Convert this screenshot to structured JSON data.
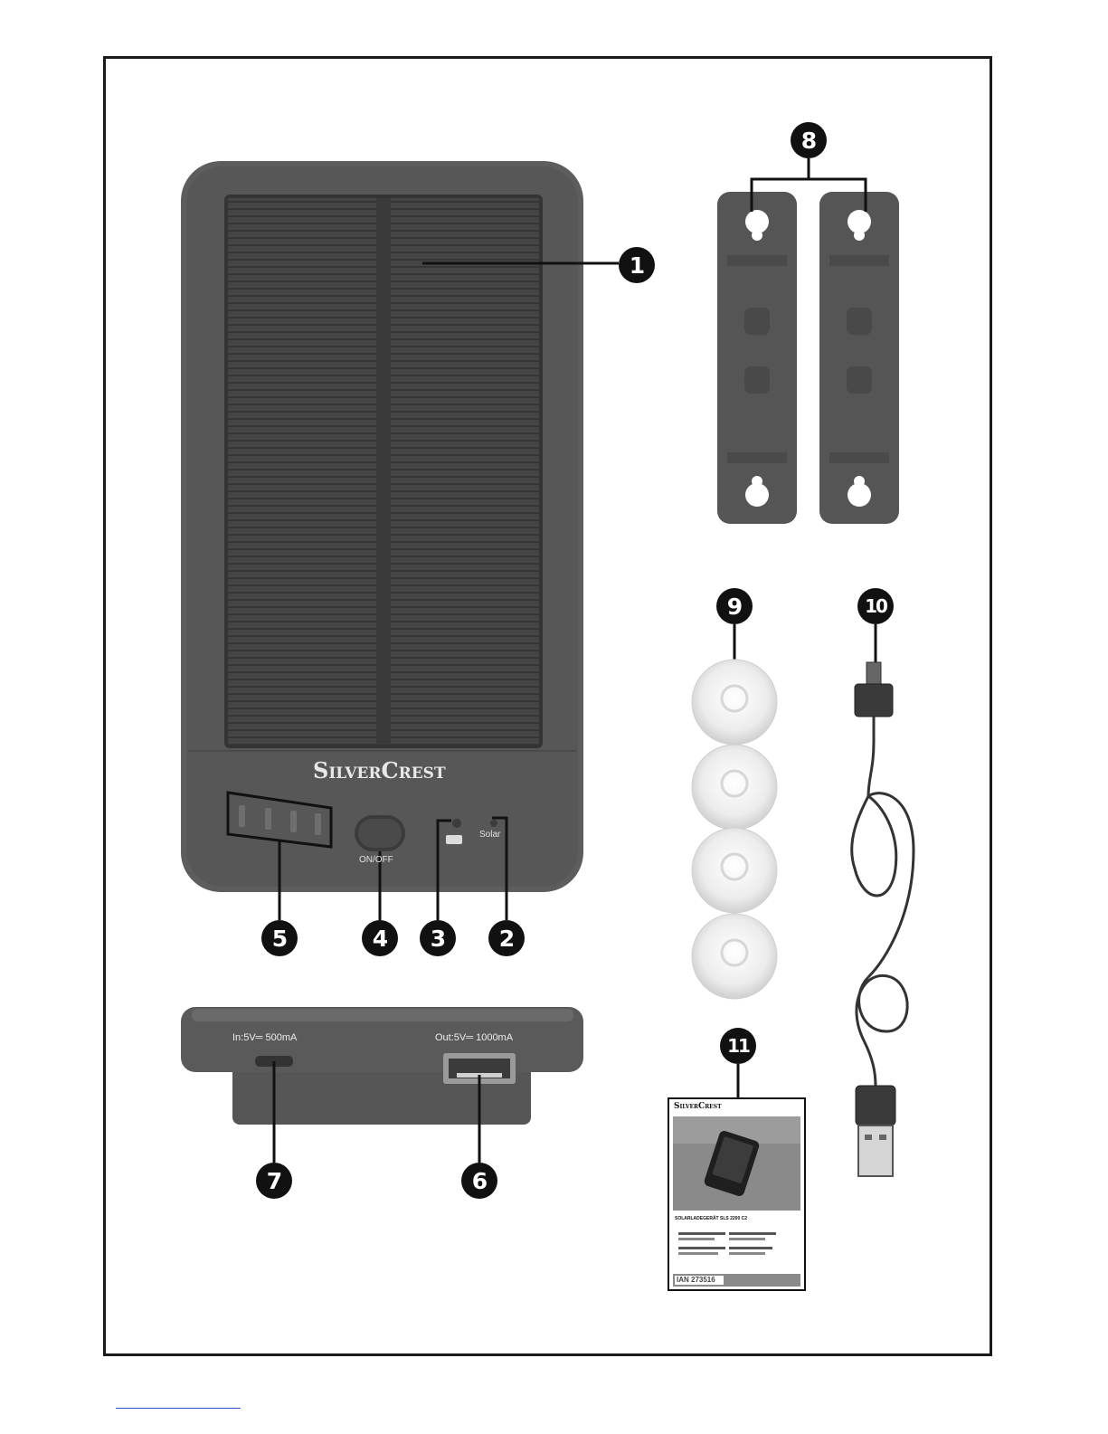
{
  "device": {
    "brand": "SilverCrest",
    "button_label": "ON/OFF",
    "solar_label": "Solar",
    "input_label": "In:5V═ 500mA",
    "output_label": "Out:5V═ 1000mA"
  },
  "callouts": [
    "1",
    "2",
    "3",
    "4",
    "5",
    "6",
    "7",
    "8",
    "9",
    "10",
    "11"
  ],
  "manual": {
    "brand": "SilverCrest",
    "title": "SOLARLADEGERÄT SLS 2200 C2",
    "ian": "IAN 273516"
  },
  "colors": {
    "device_body": "#5a5a5a",
    "solar_panel": "#3f3f3f",
    "callout": "#111111",
    "frame": "#1a1a1a"
  }
}
